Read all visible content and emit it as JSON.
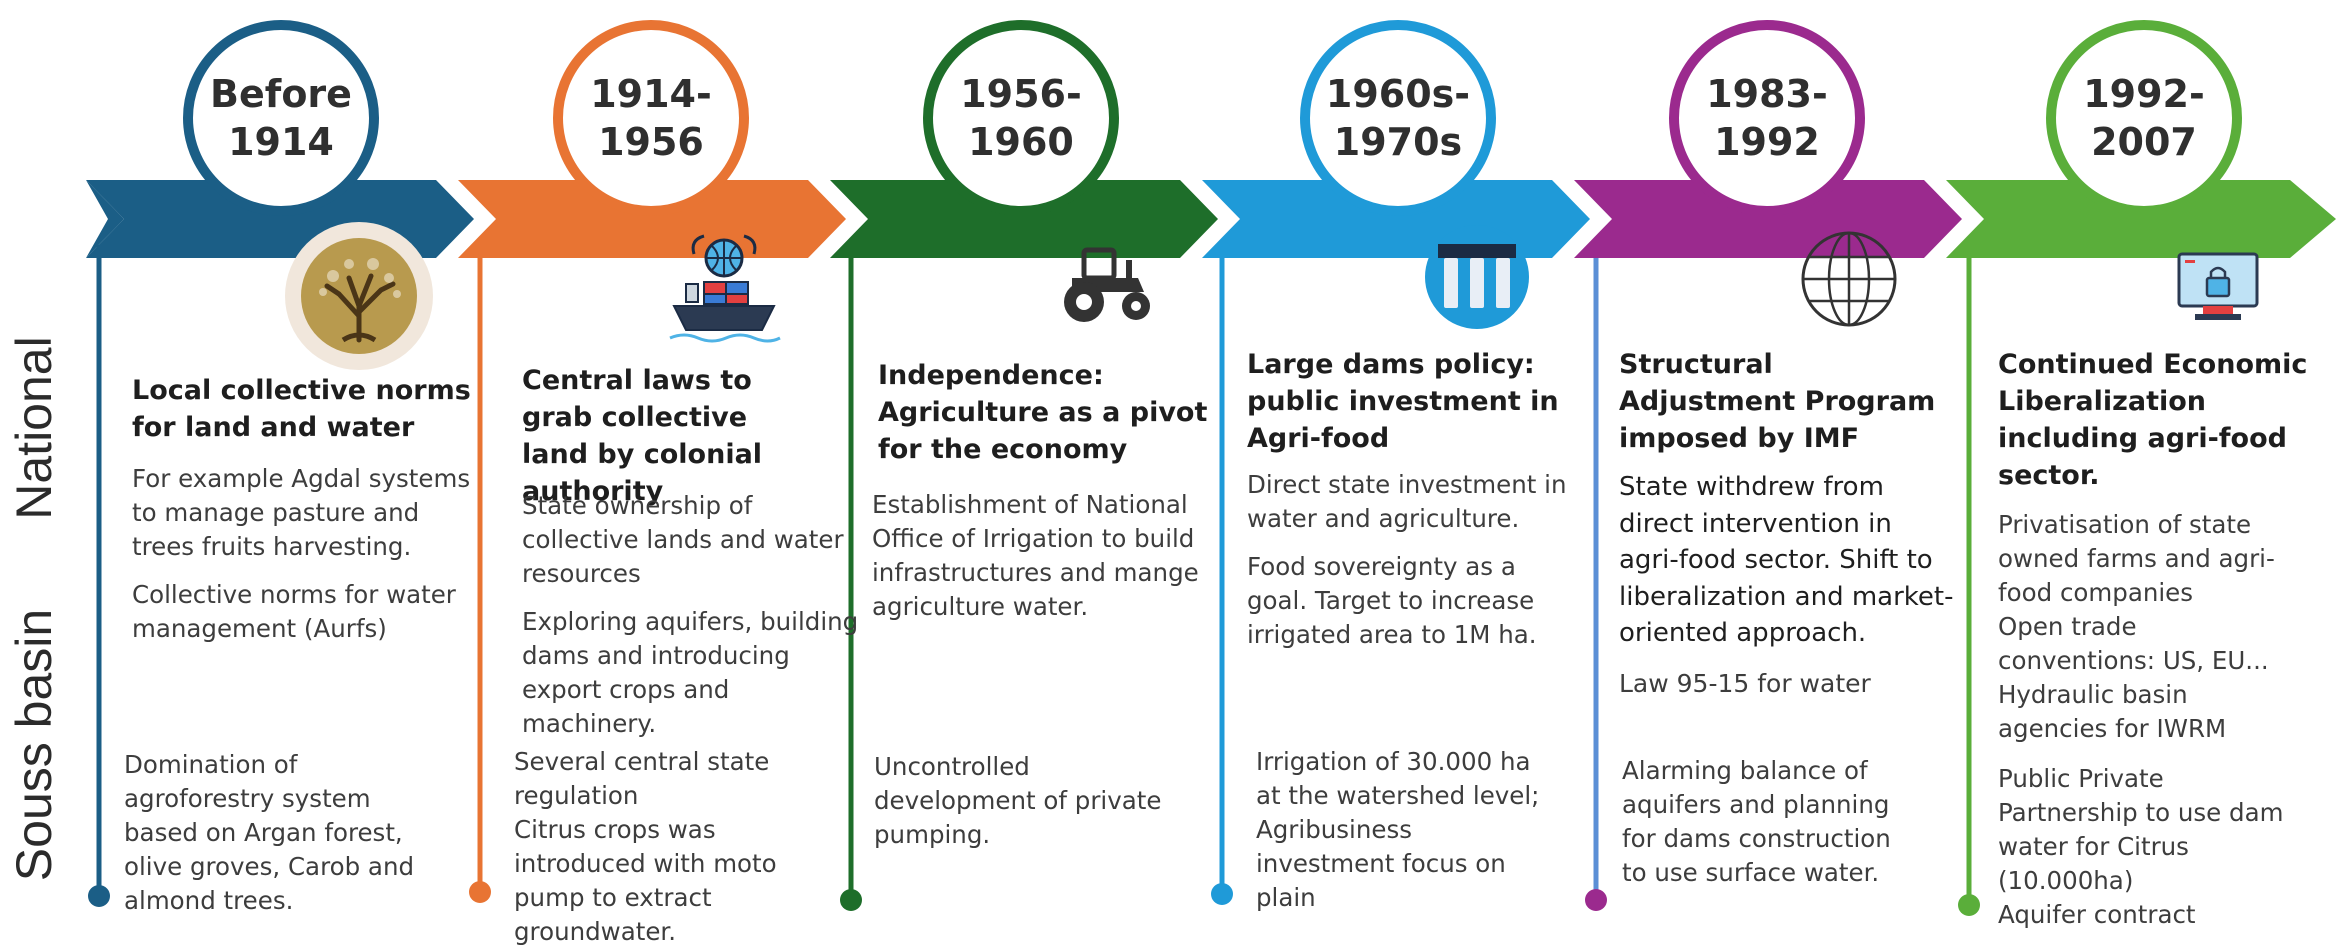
{
  "side_labels": {
    "national": "National",
    "souss": "Souss basin"
  },
  "colors": [
    "#1b5e86",
    "#e87433",
    "#1e6e2a",
    "#1f9ad8",
    "#9b2a8e",
    "#5aae3a"
  ],
  "eras": [
    {
      "label": "Before\n1914",
      "icon": "argan-tree-icon",
      "title": "Local collective norms for land and water",
      "national": [
        "For example Agdal systems to manage pasture and trees fruits harvesting.",
        "Collective norms for water management (Aurfs)"
      ],
      "souss": "Domination of agroforestry system based on Argan forest, olive groves, Carob and almond trees."
    },
    {
      "label": "1914-\n1956",
      "icon": "cargo-ship-globe-icon",
      "title": "Central laws to grab collective land by colonial authority",
      "national": [
        "State ownership of collective lands and water resources",
        "Exploring aquifers, building dams and introducing export crops and machinery."
      ],
      "souss": "Several central state regulation\nCitrus crops was introduced with moto pump to extract groundwater."
    },
    {
      "label": "1956-\n1960",
      "icon": "tractor-icon",
      "title": "Independence: Agriculture as a pivot for the economy",
      "national": [
        "Establishment of National Office of Irrigation to build infrastructures and mange agriculture water."
      ],
      "souss": "Uncontrolled development of private pumping."
    },
    {
      "label": "1960s-\n1970s",
      "icon": "dam-icon",
      "title": "Large dams policy: public investment in Agri-food",
      "national": [
        "Direct state investment in water and agriculture.",
        "Food sovereignty as a goal. Target to increase irrigated area to 1M ha."
      ],
      "souss": "Irrigation of 30.000 ha at the watershed level; Agribusiness investment focus on plain"
    },
    {
      "label": "1983-\n1992",
      "icon": "globe-icon",
      "title": "Structural Adjustment Program imposed by IMF",
      "national": [
        "State withdrew from direct intervention in agri-food sector. Shift to liberalization and market-oriented approach.",
        "Law 95-15 for water"
      ],
      "souss": "Alarming balance of aquifers and planning for dams construction to use surface water."
    },
    {
      "label": "1992-\n2007",
      "icon": "computer-lock-icon",
      "title": "Continued Economic Liberalization including agri-food sector.",
      "national": [
        "Privatisation of state owned farms and agri-food companies\nOpen trade conventions: US, EU...\nHydraulic basin agencies for IWRM"
      ],
      "souss": "Public Private Partnership to use dam water for Citrus (10.000ha)\nAquifer contract"
    }
  ]
}
